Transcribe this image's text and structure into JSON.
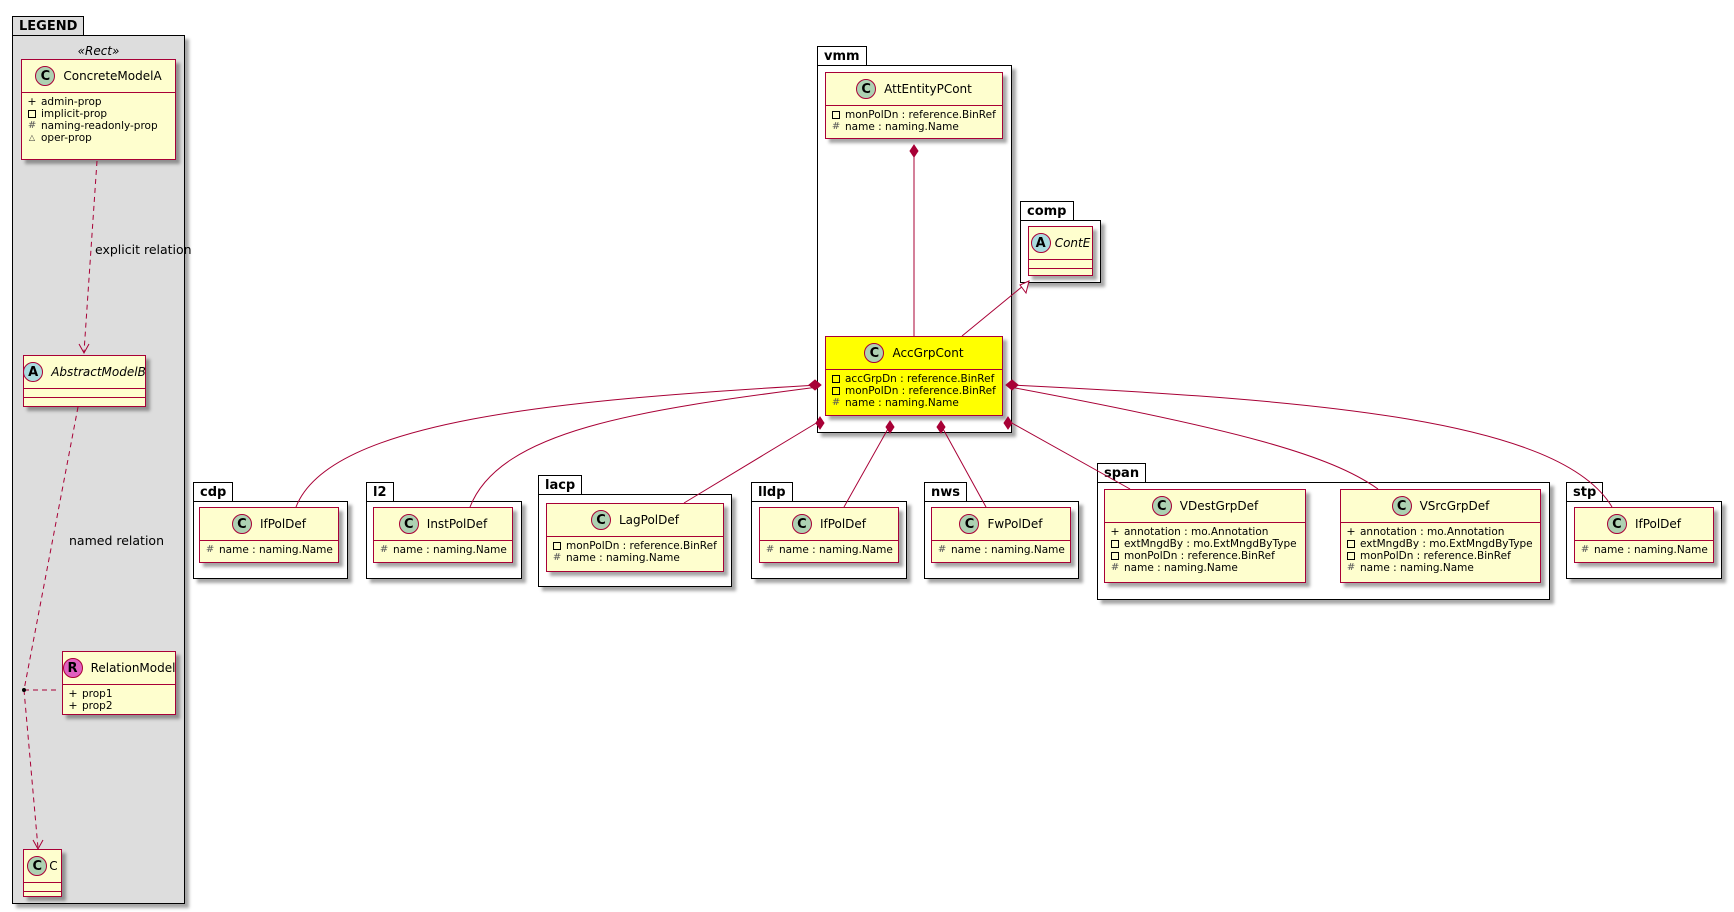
{
  "colors": {
    "class_bg": "#fefece",
    "class_border": "#a80036",
    "highlight_bg": "#ffff00",
    "legend_bg": "#dddddd",
    "circle_c": "#add1b2",
    "circle_a": "#a9dcdf",
    "circle_r": "#e060c0"
  },
  "legend": {
    "title": "LEGEND",
    "stereotype": "«Rect»",
    "concrete": {
      "name": "ConcreteModelA",
      "attrs": [
        "admin-prop",
        "implicit-prop",
        "naming-readonly-prop",
        "oper-prop"
      ]
    },
    "abstract": {
      "name": "AbstractModelB"
    },
    "relation_model": {
      "name": "RelationModel",
      "attrs": [
        "prop1",
        "prop2"
      ]
    },
    "c": {
      "name": "C"
    },
    "explicit_label": "explicit relation",
    "named_label": "named relation"
  },
  "packages": {
    "vmm": "vmm",
    "comp": "comp",
    "cdp": "cdp",
    "l2": "l2",
    "lacp": "lacp",
    "lldp": "lldp",
    "nws": "nws",
    "span": "span",
    "stp": "stp"
  },
  "classes": {
    "att_entity": {
      "name": "AttEntityPCont",
      "attrs": [
        "monPolDn : reference.BinRef",
        "name : naming.Name"
      ]
    },
    "cont_e": {
      "name": "ContE"
    },
    "acc_grp": {
      "name": "AccGrpCont",
      "attrs": [
        "accGrpDn : reference.BinRef",
        "monPolDn : reference.BinRef",
        "name : naming.Name"
      ]
    },
    "cdp_if": {
      "name": "IfPolDef",
      "attrs": [
        "name : naming.Name"
      ]
    },
    "l2_inst": {
      "name": "InstPolDef",
      "attrs": [
        "name : naming.Name"
      ]
    },
    "lacp_lag": {
      "name": "LagPolDef",
      "attrs": [
        "monPolDn : reference.BinRef",
        "name : naming.Name"
      ]
    },
    "lldp_if": {
      "name": "IfPolDef",
      "attrs": [
        "name : naming.Name"
      ]
    },
    "nws_fw": {
      "name": "FwPolDef",
      "attrs": [
        "name : naming.Name"
      ]
    },
    "span_vdest": {
      "name": "VDestGrpDef",
      "attrs": [
        "annotation : mo.Annotation",
        "extMngdBy : mo.ExtMngdByType",
        "monPolDn : reference.BinRef",
        "name : naming.Name"
      ]
    },
    "span_vsrc": {
      "name": "VSrcGrpDef",
      "attrs": [
        "annotation : mo.Annotation",
        "extMngdBy : mo.ExtMngdByType",
        "monPolDn : reference.BinRef",
        "name : naming.Name"
      ]
    },
    "stp_if": {
      "name": "IfPolDef",
      "attrs": [
        "name : naming.Name"
      ]
    }
  }
}
